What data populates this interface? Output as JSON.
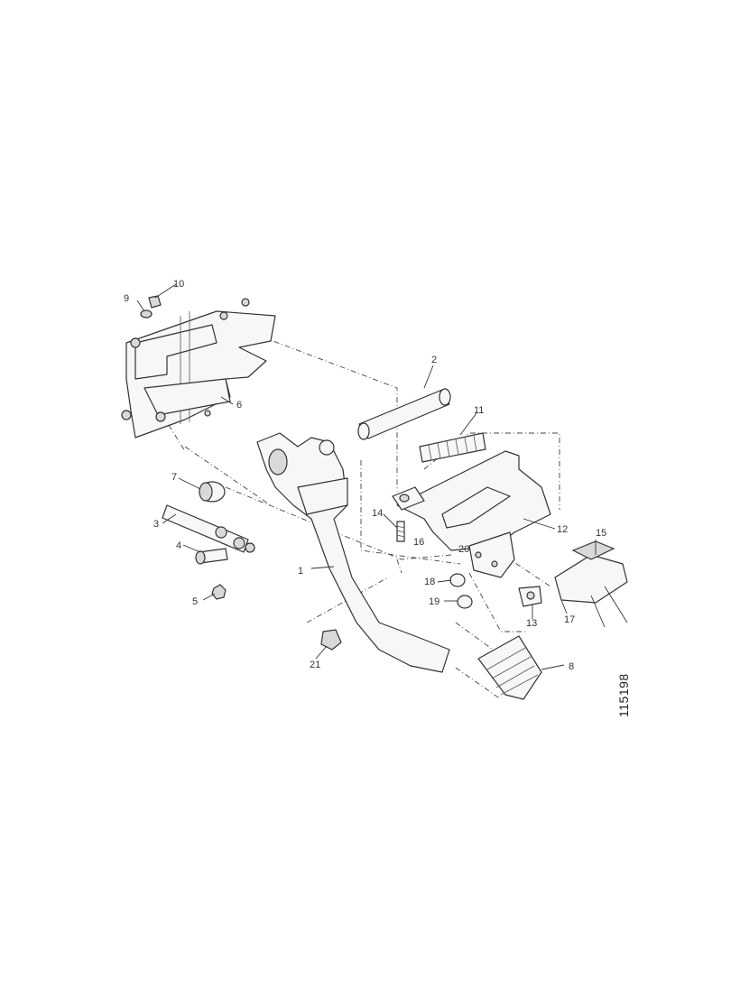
{
  "diagram": {
    "reference_number": "115198",
    "callouts": [
      "1",
      "2",
      "3",
      "4",
      "5",
      "6",
      "7",
      "8",
      "9",
      "10",
      "11",
      "12",
      "13",
      "14",
      "15",
      "16",
      "17",
      "18",
      "19",
      "20",
      "21"
    ]
  }
}
